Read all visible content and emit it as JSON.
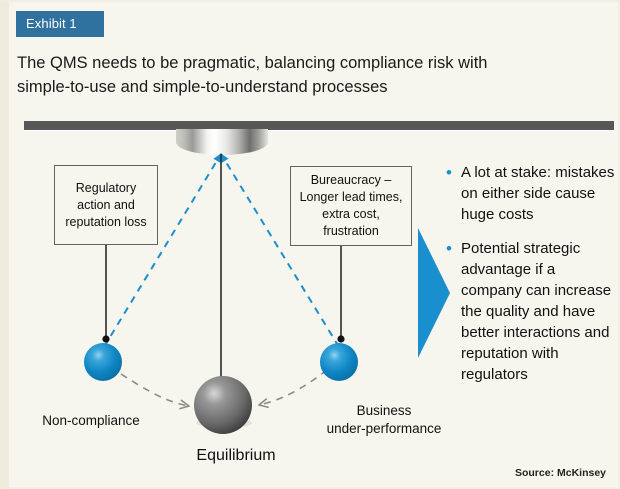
{
  "exhibit": {
    "badge_label": "Exhibit 1",
    "badge_color": "#2f72a0",
    "title_line1": "The QMS needs to be pragmatic, balancing compliance risk with",
    "title_line2": "simple-to-use and simple-to-understand processes",
    "background_color": "#f6f5ee",
    "accent_color": "#1a8fcd",
    "rule_color": "#575757",
    "source": "Source: McKinsey"
  },
  "diagram": {
    "boxes": [
      {
        "id": "regulatory",
        "text": "Regulatory action and reputation loss"
      },
      {
        "id": "bureaucracy",
        "text": "Bureaucracy – Longer lead times, extra cost, frustration"
      }
    ],
    "labels": {
      "left_ball": "Non-compliance",
      "right_ball_line1": "Business",
      "right_ball_line2": "under-performance",
      "center_ball": "Equilibrium"
    },
    "ball_colors": {
      "pendulum": "#1a8fcd",
      "equilibrium": "#6e6e6e"
    }
  },
  "bullets": [
    {
      "text": "A lot at stake: mistakes on either side cause huge costs"
    },
    {
      "text": " Potential strategic advantage if a company can increase the quality and have better interactions and reputation with regulators"
    }
  ]
}
